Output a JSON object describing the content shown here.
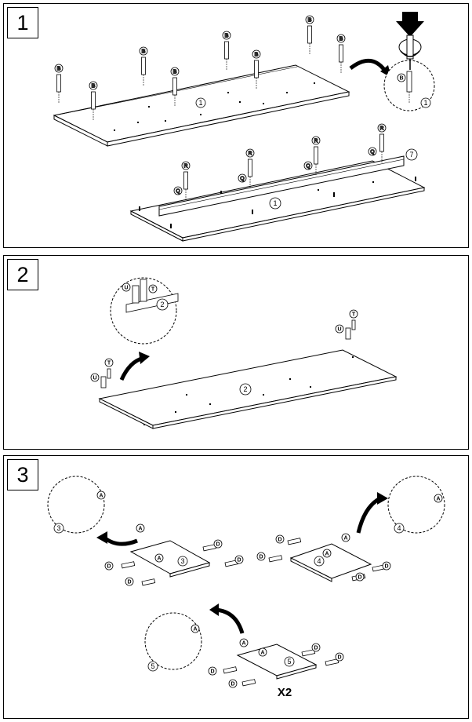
{
  "steps": [
    {
      "number": "1"
    },
    {
      "number": "2"
    },
    {
      "number": "3"
    }
  ],
  "step1": {
    "bolt_label": "B",
    "panel_label": "1",
    "rail_bolt_label": "R",
    "rail_washer_label": "Q",
    "rail_part_label": "7",
    "detail_bolt_label": "B",
    "detail_panel_label": "1"
  },
  "step2": {
    "panel_label": "2",
    "screw_label": "T",
    "bracket_label": "U"
  },
  "step3": {
    "cam_label": "A",
    "dowel_label": "D",
    "part_3": "3",
    "part_4": "4",
    "part_5": "5",
    "multiplier": "X2"
  }
}
